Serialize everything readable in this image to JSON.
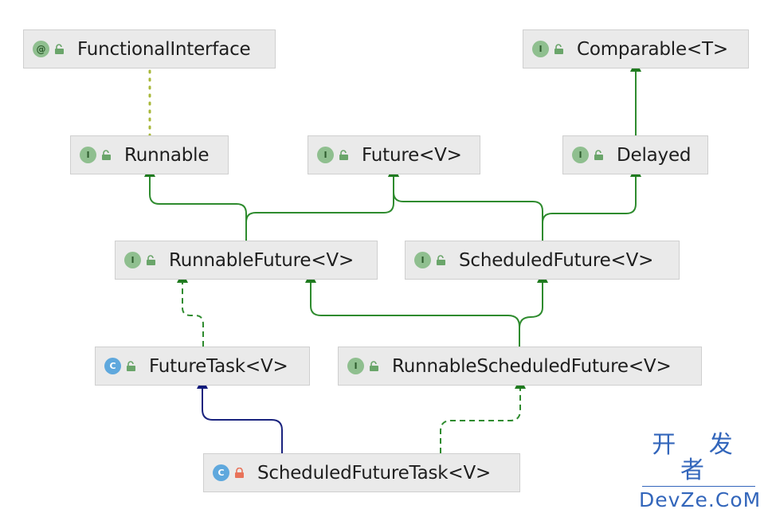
{
  "nodes": {
    "functional_interface": {
      "label": "FunctionalInterface",
      "kind": "annotation",
      "badge": "@",
      "access": "public"
    },
    "comparable": {
      "label": "Comparable<T>",
      "kind": "interface",
      "badge": "I",
      "access": "public"
    },
    "runnable": {
      "label": "Runnable",
      "kind": "interface",
      "badge": "I",
      "access": "public"
    },
    "future": {
      "label": "Future<V>",
      "kind": "interface",
      "badge": "I",
      "access": "public"
    },
    "delayed": {
      "label": "Delayed",
      "kind": "interface",
      "badge": "I",
      "access": "public"
    },
    "runnable_future": {
      "label": "RunnableFuture<V>",
      "kind": "interface",
      "badge": "I",
      "access": "public"
    },
    "scheduled_future": {
      "label": "ScheduledFuture<V>",
      "kind": "interface",
      "badge": "I",
      "access": "public"
    },
    "future_task": {
      "label": "FutureTask<V>",
      "kind": "class",
      "badge": "C",
      "access": "public"
    },
    "runnable_scheduled_future": {
      "label": "RunnableScheduledFuture<V>",
      "kind": "interface",
      "badge": "I",
      "access": "public"
    },
    "scheduled_future_task": {
      "label": "ScheduledFutureTask<V>",
      "kind": "class",
      "badge": "C",
      "access": "private"
    }
  },
  "edges": [
    {
      "from": "runnable",
      "to": "functional_interface",
      "type": "annotated"
    },
    {
      "from": "delayed",
      "to": "comparable",
      "type": "extends-interface"
    },
    {
      "from": "runnable_future",
      "to": "runnable",
      "type": "extends-interface"
    },
    {
      "from": "runnable_future",
      "to": "future",
      "type": "extends-interface"
    },
    {
      "from": "scheduled_future",
      "to": "future",
      "type": "extends-interface"
    },
    {
      "from": "scheduled_future",
      "to": "delayed",
      "type": "extends-interface"
    },
    {
      "from": "runnable_scheduled_future",
      "to": "runnable_future",
      "type": "extends-interface"
    },
    {
      "from": "runnable_scheduled_future",
      "to": "scheduled_future",
      "type": "extends-interface"
    },
    {
      "from": "future_task",
      "to": "runnable_future",
      "type": "implements"
    },
    {
      "from": "scheduled_future_task",
      "to": "future_task",
      "type": "extends-class"
    },
    {
      "from": "scheduled_future_task",
      "to": "runnable_scheduled_future",
      "type": "implements"
    }
  ],
  "colors": {
    "interface_edge": "#2e8b2e",
    "class_edge": "#1a237e",
    "annotation_edge": "#a8b83a",
    "node_fill": "#eaeaea",
    "node_border": "#cfcfcf",
    "interface_badge": "#8fbf8f",
    "class_badge": "#5fa8dd",
    "public_access": "#6aa56a",
    "private_access": "#e8735a"
  },
  "watermark": {
    "chinese": "开 发 者",
    "english": "DevZe.CoM"
  }
}
